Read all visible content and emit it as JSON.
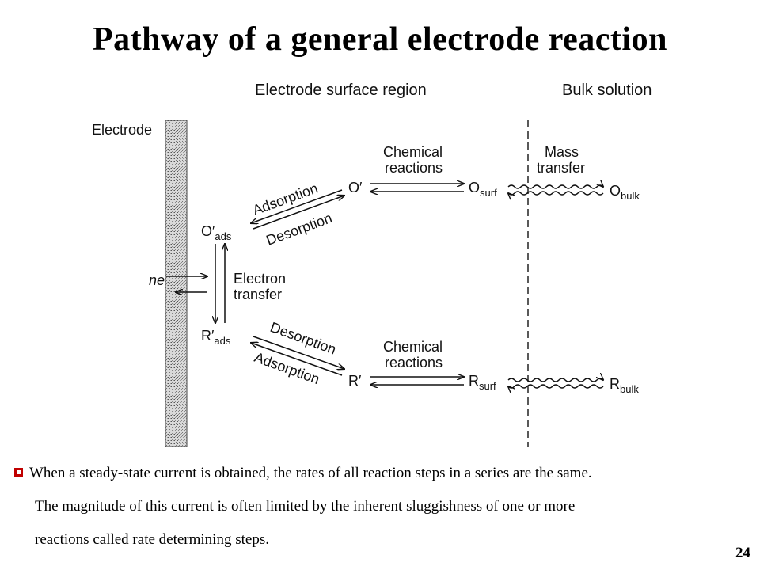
{
  "title": "Pathway of a general electrode reaction",
  "diagram": {
    "region_surface": "Electrode surface region",
    "region_bulk": "Bulk solution",
    "electrode": "Electrode",
    "ne": "ne",
    "electron_transfer_1": "Electron",
    "electron_transfer_2": "transfer",
    "O_ads": {
      "base": "O′",
      "sub": "ads"
    },
    "R_ads": {
      "base": "R′",
      "sub": "ads"
    },
    "upper": {
      "adsorption": "Adsorption",
      "desorption": "Desorption",
      "chem_1": "Chemical",
      "chem_2": "reactions",
      "O_prime": "O′",
      "O_surf": {
        "base": "O",
        "sub": "surf"
      },
      "mass_1": "Mass",
      "mass_2": "transfer",
      "O_bulk": {
        "base": "O",
        "sub": "bulk"
      }
    },
    "lower": {
      "desorption": "Desorption",
      "adsorption": "Adsorption",
      "chem_1": "Chemical",
      "chem_2": "reactions",
      "R_prime": "R′",
      "R_surf": {
        "base": "R",
        "sub": "surf"
      },
      "R_bulk": {
        "base": "R",
        "sub": "bulk"
      }
    }
  },
  "bullet": {
    "line1": "When a steady-state current is obtained, the rates of all reaction steps in a series are the same.",
    "line2": "The magnitude of this current is often limited by the inherent sluggishness of one or more",
    "line3": "reactions called rate determining steps."
  },
  "page_number": "24"
}
